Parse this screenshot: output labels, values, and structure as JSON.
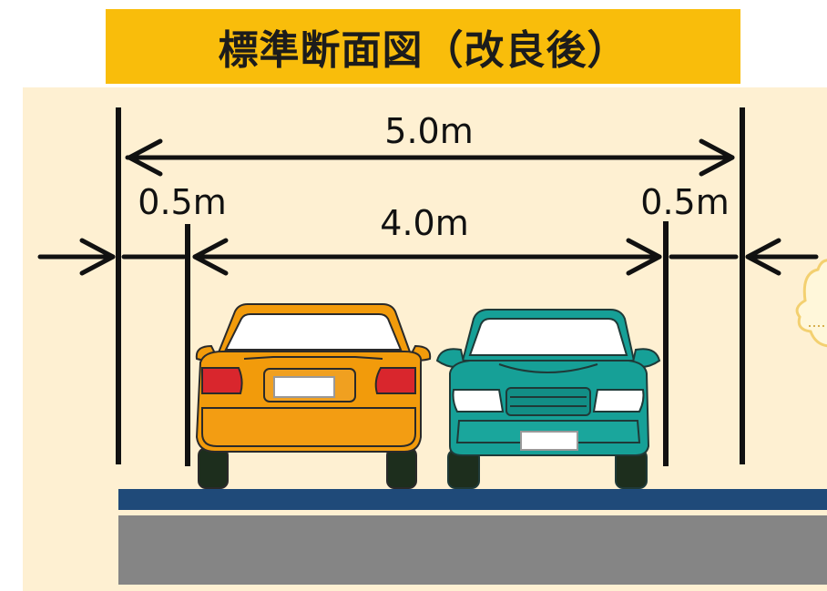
{
  "title": "標準断面図（改良後）",
  "dimensions": {
    "total_width": "5.0m",
    "carriageway_width": "4.0m",
    "left_shoulder": "0.5m",
    "right_shoulder": "0.5m"
  },
  "colors": {
    "title_bar": "#f9bd0b",
    "background": "#fef0d2",
    "car_left": "#f29b0b",
    "car_right": "#16a097",
    "road_stripe": "#1f4a79",
    "road_base": "#858585",
    "lines": "#111111"
  },
  "objects": {
    "car_left": "orange-car-rear-view",
    "car_right": "teal-car-front-view",
    "badge": "speech-bubble-badge"
  }
}
